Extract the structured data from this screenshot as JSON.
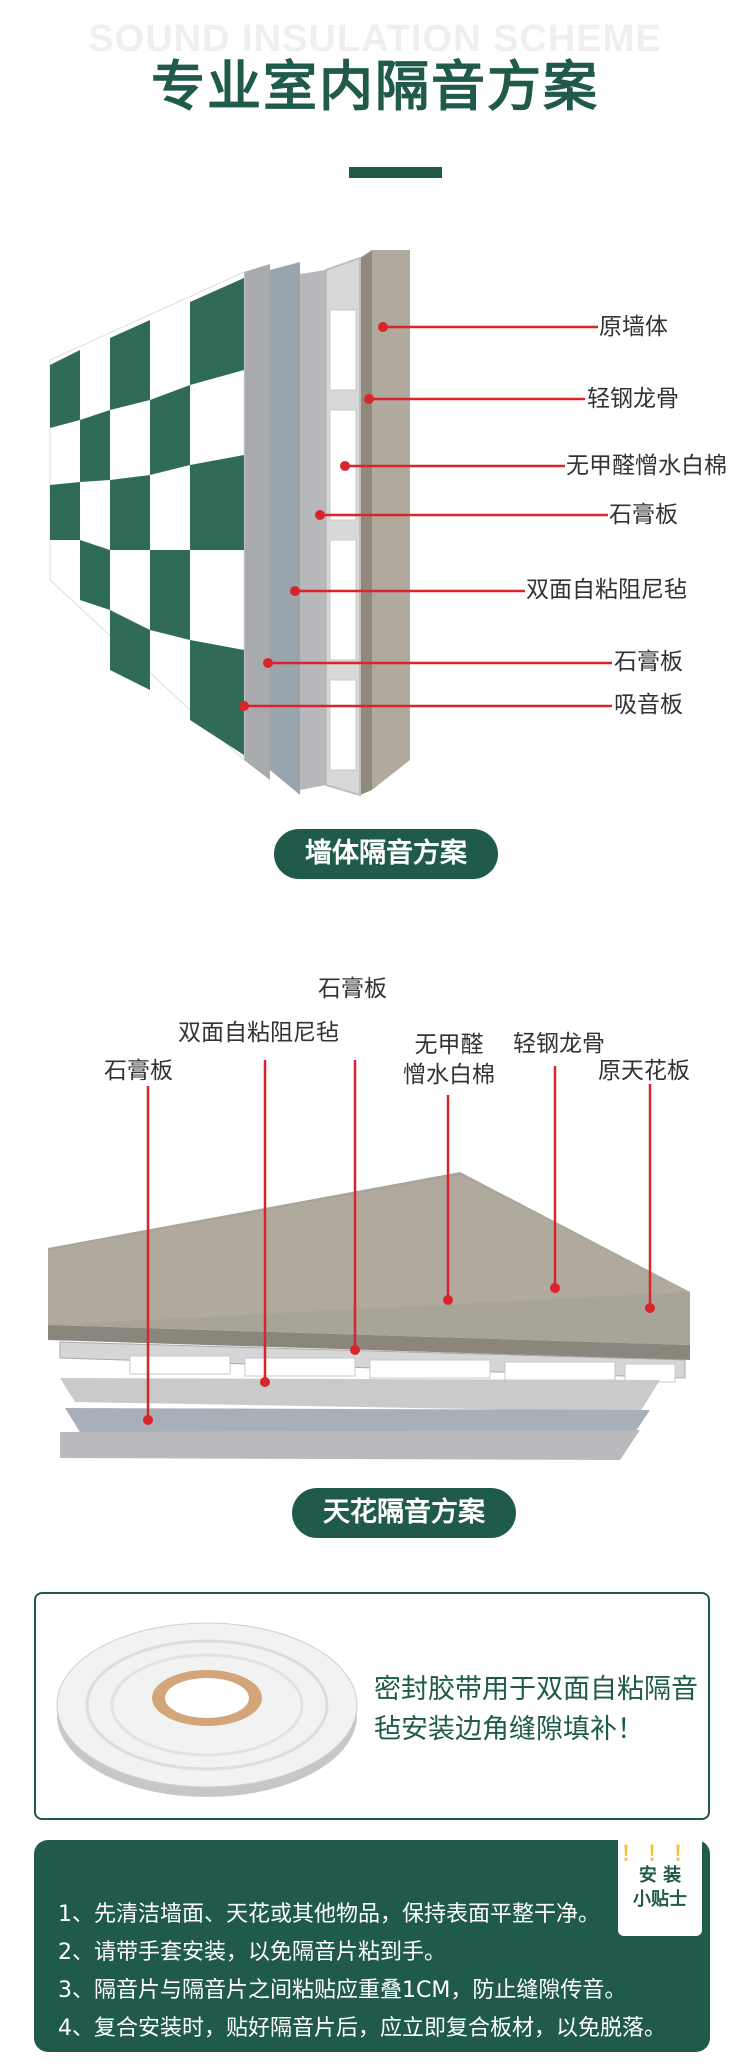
{
  "header": {
    "background_title": "SOUND INSULATION SCHEME",
    "title": "专业室内隔音方案"
  },
  "wall": {
    "labels": [
      "原墙体",
      "轻钢龙骨",
      "无甲醛憎水白棉",
      "石膏板",
      "双面自粘阻尼毡",
      "石膏板",
      "吸音板"
    ],
    "scheme_label": "墙体隔音方案"
  },
  "ceiling": {
    "labels": {
      "gypsum_top": "石膏板",
      "damping": "双面自粘阻尼毡",
      "cotton_1": "无甲醛",
      "cotton_2": "憎水白棉",
      "keel": "轻钢龙骨",
      "original": "原天花板",
      "gypsum_left": "石膏板"
    },
    "scheme_label": "天花隔音方案"
  },
  "tape": {
    "text": "密封胶带用于双面自粘隔音毡安装边角缝隙填补！"
  },
  "tips": {
    "badge_mark": "！！！",
    "badge_line1": "安 装",
    "badge_line2": "小贴士",
    "items": [
      "1、先清洁墙面、天花或其他物品，保持表面平整干净。",
      "2、请带手套安装，以免隔音片粘到手。",
      "3、隔音片与隔音片之间粘贴应重叠1CM，防止缝隙传音。",
      "4、复合安装时，贴好隔音片后，应立即复合板材，以免脱落。"
    ]
  },
  "colors": {
    "brand_green": "#1f5a4b",
    "pointer_red": "#d9242b",
    "panel_green": "#2f6b55",
    "gypsum_grey": "#9a9b9f",
    "wall_taupe": "#b0aa9e"
  }
}
